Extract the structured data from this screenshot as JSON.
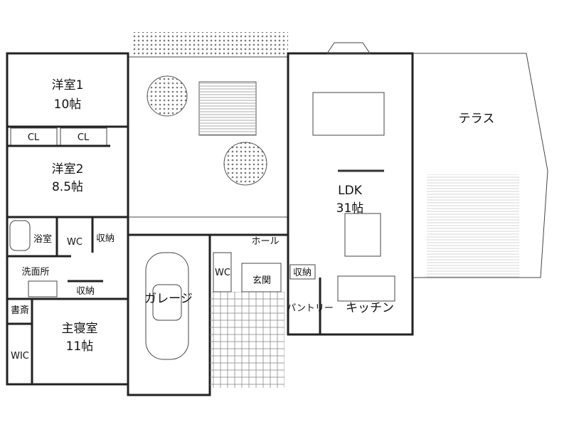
{
  "rooms": {
    "western1": {
      "name": "洋室1",
      "size": "10帖"
    },
    "closet1": "CL",
    "closet2": "CL",
    "western2": {
      "name": "洋室2",
      "size": "8.5帖"
    },
    "bath": "浴室",
    "wc1": "WC",
    "storage1": "収納",
    "washroom": "洗面所",
    "storage2": "収納",
    "study": "書斎",
    "master": {
      "name": "主寝室",
      "size": "11帖"
    },
    "wic": "WIC",
    "garage": "ガレージ",
    "wc2": "WC",
    "hall": "ホール",
    "entrance": "玄関",
    "storage3": "収納",
    "pantry": "パントリー",
    "kitchen": "キッチン",
    "ldk": {
      "name": "LDK",
      "size": "31帖"
    },
    "terrace": "テラス"
  }
}
